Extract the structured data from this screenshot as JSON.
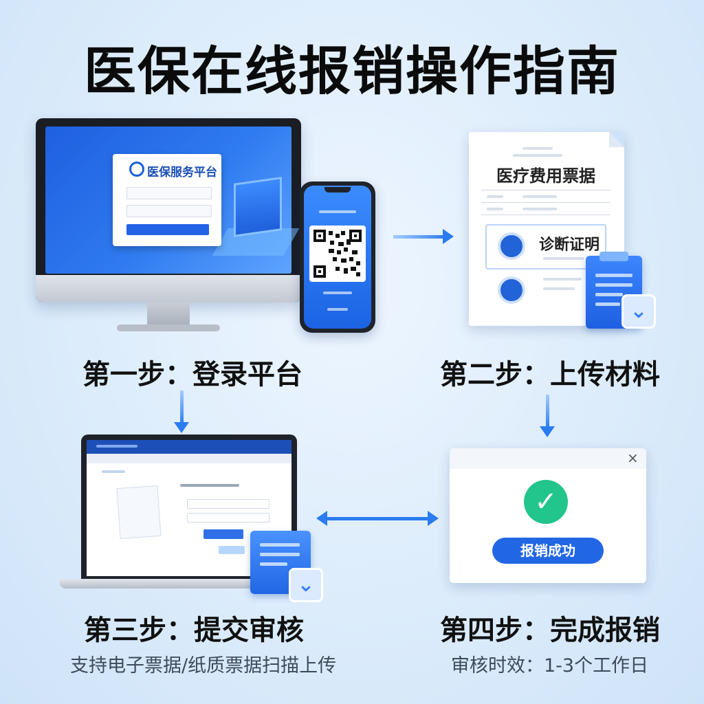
{
  "title": "医保在线报销操作指南",
  "steps": [
    {
      "label": "第一步：登录平台"
    },
    {
      "label": "第二步：上传材料"
    },
    {
      "label": "第三步：提交审核",
      "note": "支持电子票据/纸质票据扫描上传"
    },
    {
      "label": "第四步：完成报销",
      "note": "审核时效：1-3个工作日"
    }
  ],
  "monitor": {
    "brand": "医保服务平台"
  },
  "document": {
    "title": "医疗费用票据",
    "certificate": "诊断证明"
  },
  "dialog": {
    "close": "×",
    "status_button": "报销成功"
  },
  "colors": {
    "accent": "#2166e4",
    "success": "#22c58b",
    "background": "#dcecfb"
  },
  "icons": [
    "login-icon",
    "qr-code-icon",
    "clipboard-icon",
    "checkmark-icon",
    "success-check-icon",
    "close-icon"
  ]
}
